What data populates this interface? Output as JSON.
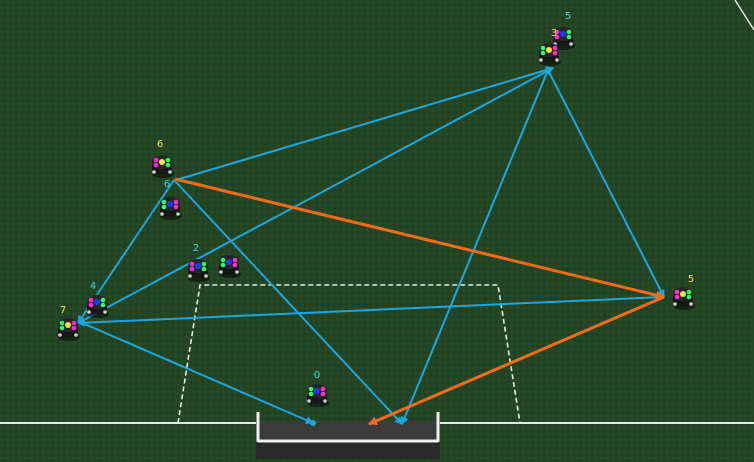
{
  "colors": {
    "field_dark": "#1d3a1d",
    "field_light": "#2f5a2f",
    "line": "#e8e8e8",
    "pass_blue": "#1aa7e0",
    "pass_orange": "#f26b1d",
    "label_yellow": "#f2e833",
    "label_cyan": "#3fd7e6",
    "robot_body": "#151515"
  },
  "robots": [
    {
      "id": "robot-5-cyan",
      "label": "5",
      "team": "cyan"
    },
    {
      "id": "robot-3-yellow",
      "label": "3",
      "team": "yellow"
    },
    {
      "id": "robot-6-yellow",
      "label": "6",
      "team": "yellow"
    },
    {
      "id": "robot-6-cyan",
      "label": "6",
      "team": "cyan"
    },
    {
      "id": "robot-2-cyan",
      "label": "2",
      "team": "cyan"
    },
    {
      "id": "robot-unlabeled-blue",
      "label": "",
      "team": "none"
    },
    {
      "id": "robot-4-cyan",
      "label": "4",
      "team": "cyan"
    },
    {
      "id": "robot-7-yellow",
      "label": "7",
      "team": "yellow"
    },
    {
      "id": "robot-5-yellow",
      "label": "5",
      "team": "yellow"
    },
    {
      "id": "robot-0-cyan",
      "label": "0",
      "team": "cyan"
    }
  ]
}
